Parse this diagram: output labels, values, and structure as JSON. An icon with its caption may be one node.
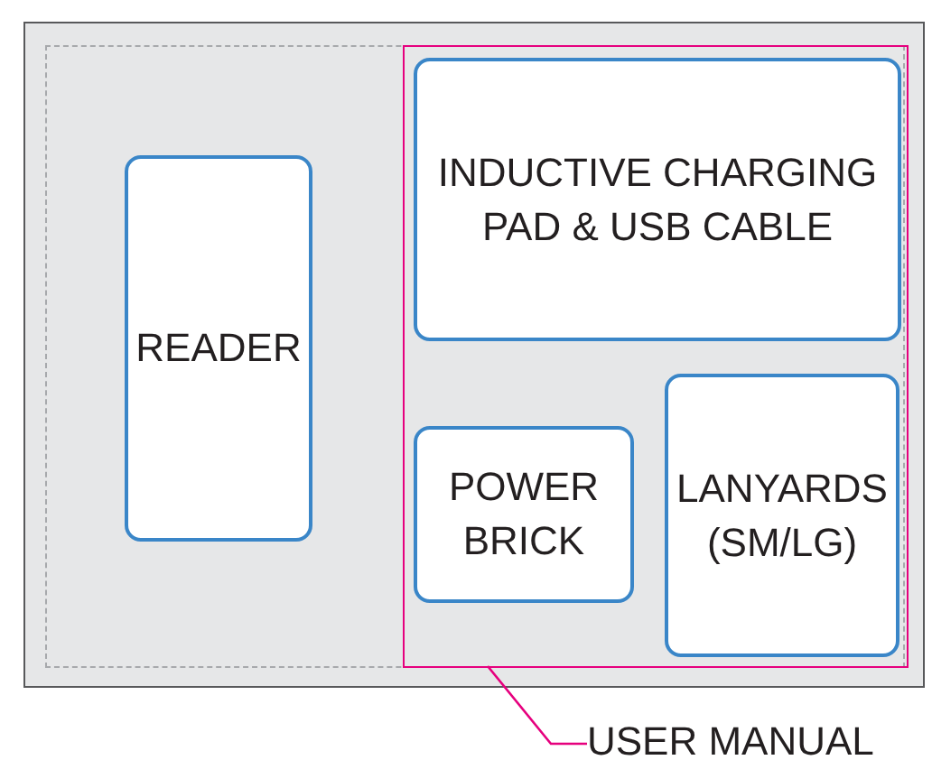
{
  "diagram": {
    "nodes": [
      {
        "text": [],
        "shape": "box"
      },
      {
        "text": [
          "READER"
        ],
        "in": 0
      },
      {
        "text": [],
        "shape": "box",
        "in": 0
      },
      {
        "text": [
          "INDUCTIVE CHARGING PAD & USB CABLE"
        ],
        "in": 2
      },
      {
        "text": [
          "POWER BRICK"
        ],
        "in": 2
      },
      {
        "text": [
          "LANYARDS (SM/LG)"
        ],
        "in": 2
      },
      {
        "text": [
          "USER MANUAL"
        ]
      }
    ],
    "edges": [
      {
        "from": 6,
        "to": 2,
        "arrow": "none"
      }
    ]
  }
}
